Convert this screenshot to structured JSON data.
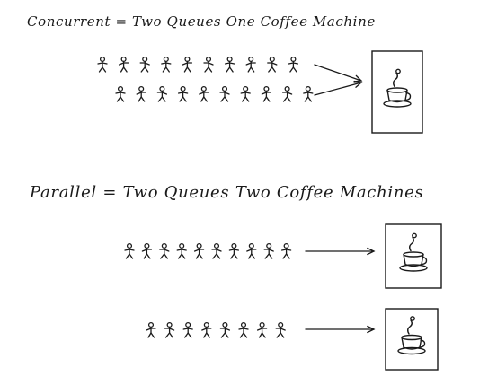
{
  "concurrent": {
    "title": "Concurrent = Two Queues One Coffee Machine",
    "queues": [
      {
        "people": 10
      },
      {
        "people": 10
      }
    ],
    "machines": 1
  },
  "parallel": {
    "title": "Parallel = Two Queues Two Coffee Machines",
    "queues": [
      {
        "people": 10
      },
      {
        "people": 8
      }
    ],
    "machines": 2
  },
  "icons": [
    "stick-figure-icon",
    "arrow-icon",
    "coffee-cup-icon"
  ],
  "colors": {
    "ink": "#1a1a1a",
    "paper": "#ffffff"
  }
}
